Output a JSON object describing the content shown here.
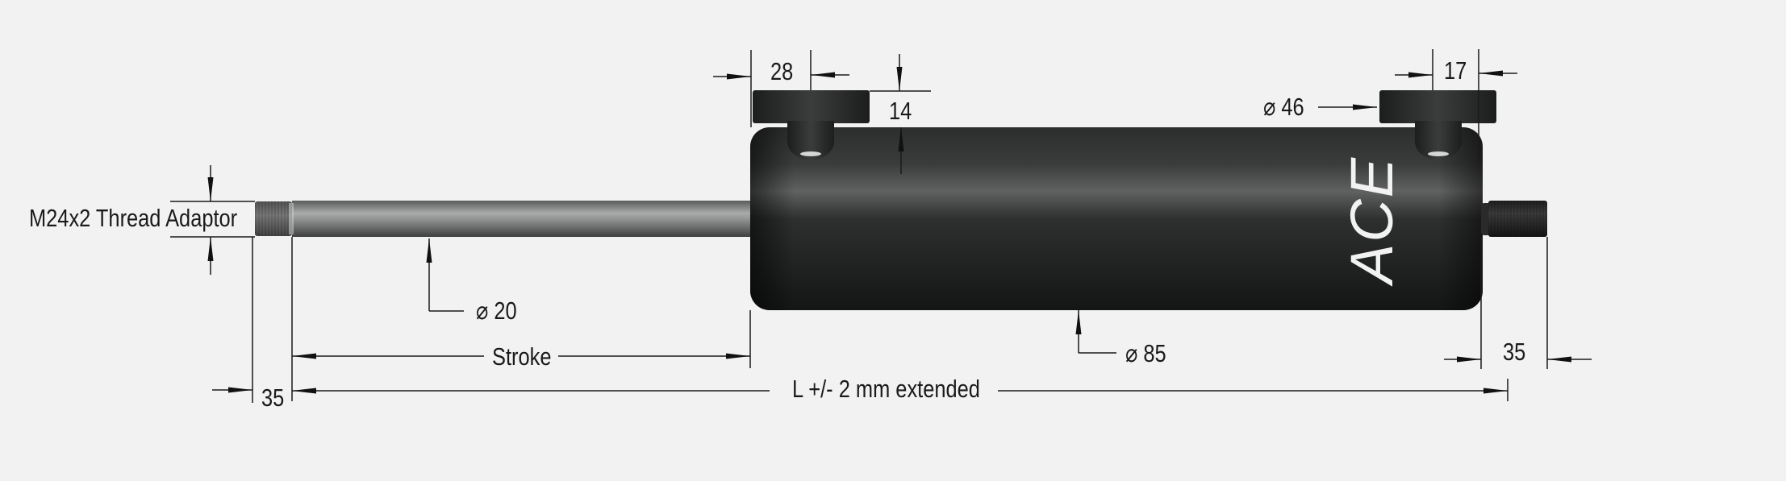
{
  "drawing": {
    "product_brand": "ACE",
    "background_color": "#f1f2f1",
    "body_color": "#1e1f1f",
    "rod_color": "#8a8b8b",
    "line_color": "#1a1a1a"
  },
  "labels": {
    "thread_adaptor": "M24x2 Thread Adaptor",
    "rod_diameter": "⌀ 20",
    "stroke": "Stroke",
    "rod_end_length": "35",
    "overall_length": "L +/- 2 mm extended",
    "body_diameter": "⌀ 85",
    "rear_thread_length": "35",
    "front_mount_width": "28",
    "mount_height": "14",
    "mount_diameter": "⌀ 46",
    "rear_mount_offset": "17"
  }
}
